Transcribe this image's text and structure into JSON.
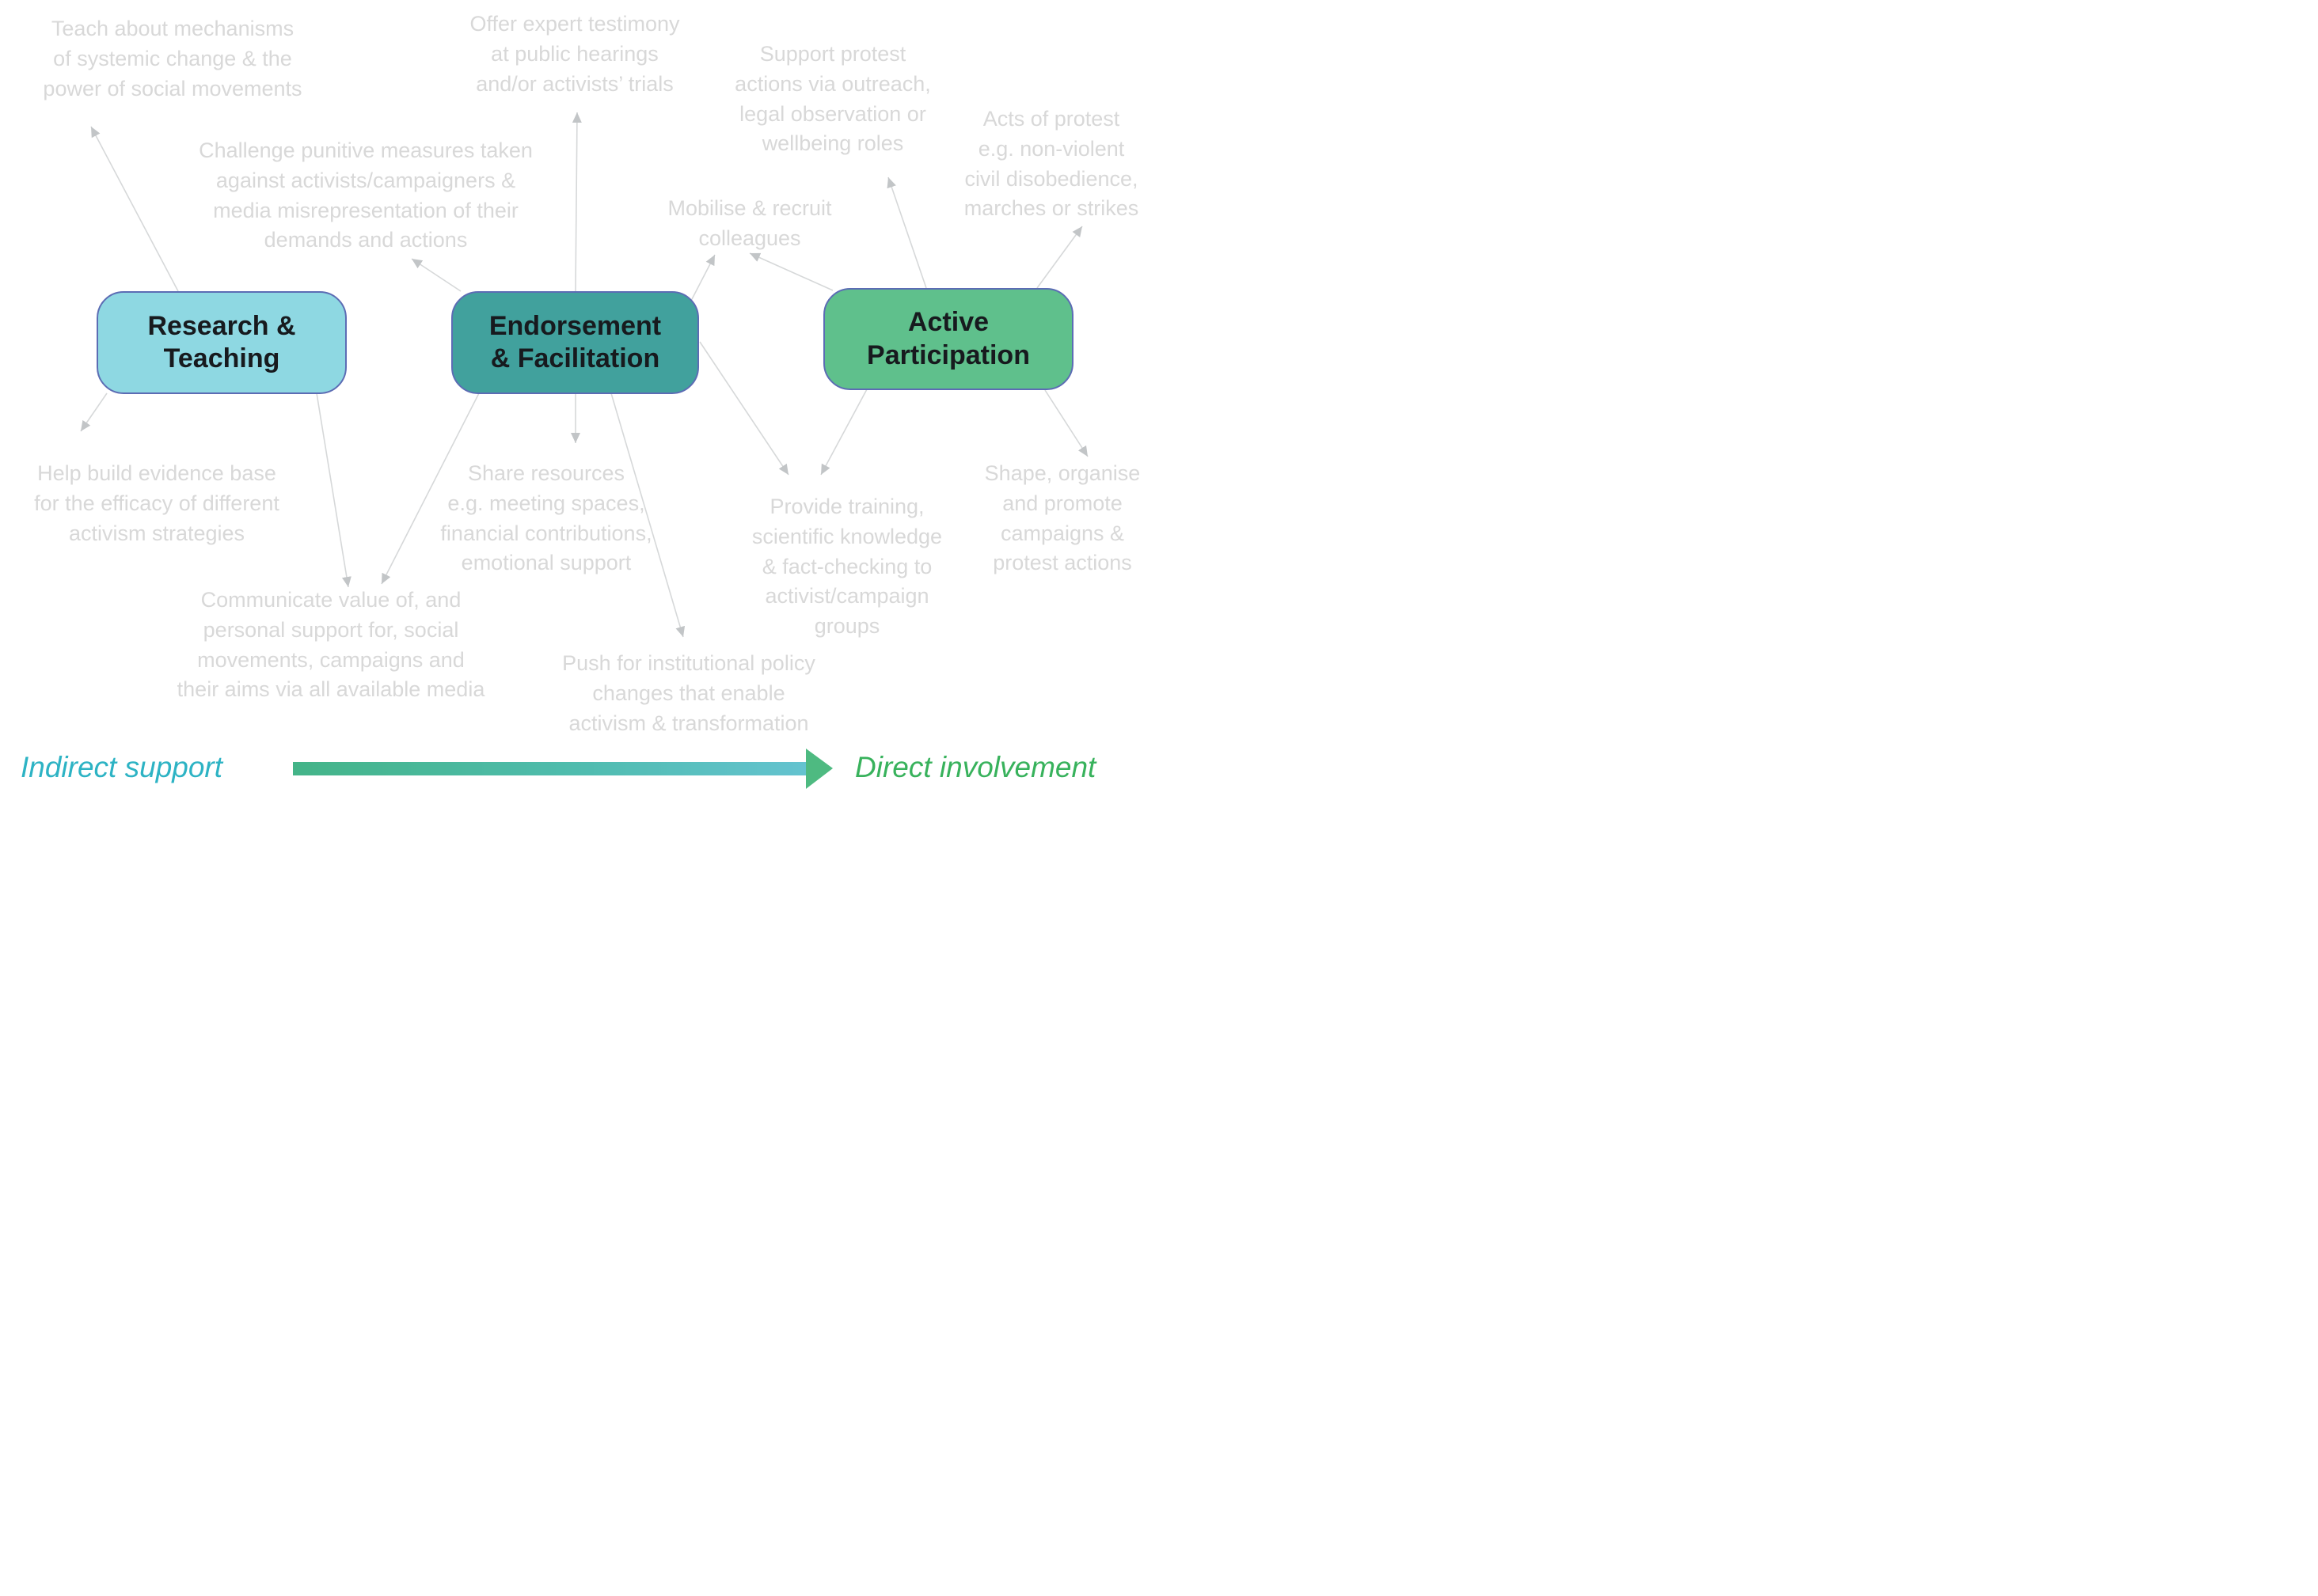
{
  "diagram": {
    "boxes": [
      {
        "id": "research-teaching",
        "lines": [
          "Research &",
          "Teaching"
        ],
        "fill": "#8ed8e2"
      },
      {
        "id": "endorsement-facilitation",
        "lines": [
          "Endorsement",
          "& Facilitation"
        ],
        "fill": "#41a19d"
      },
      {
        "id": "active-participation",
        "lines": [
          "Active",
          "Participation"
        ],
        "fill": "#5fc08c"
      }
    ],
    "notes": [
      {
        "id": "teach",
        "lines": [
          "Teach about mechanisms",
          "of systemic change & the",
          "power of social movements"
        ]
      },
      {
        "id": "offer",
        "lines": [
          "Offer expert testimony",
          "at public hearings",
          "and/or activists’ trials"
        ]
      },
      {
        "id": "support",
        "lines": [
          "Support protest",
          "actions via outreach,",
          "legal observation or",
          "wellbeing roles"
        ]
      },
      {
        "id": "acts",
        "lines": [
          "Acts of protest",
          "e.g. non-violent",
          "civil disobedience,",
          "marches or strikes"
        ]
      },
      {
        "id": "challenge",
        "lines": [
          "Challenge punitive measures taken",
          "against activists/campaigners &",
          "media misrepresentation of their",
          "demands and actions"
        ]
      },
      {
        "id": "mobilise",
        "lines": [
          "Mobilise & recruit",
          "colleagues"
        ]
      },
      {
        "id": "help",
        "lines": [
          "Help build evidence base",
          "for the efficacy of different",
          "activism strategies"
        ]
      },
      {
        "id": "share",
        "lines": [
          "Share resources",
          "e.g. meeting spaces,",
          "financial contributions,",
          "emotional support"
        ]
      },
      {
        "id": "provide",
        "lines": [
          "Provide training,",
          "scientific knowledge",
          "& fact-checking to",
          "activist/campaign",
          "groups"
        ]
      },
      {
        "id": "shape",
        "lines": [
          "Shape, organise",
          "and promote",
          "campaigns &",
          "protest actions"
        ]
      },
      {
        "id": "communicate",
        "lines": [
          "Communicate value of, and",
          "personal support for, social",
          "movements, campaigns and",
          "their aims via all available media"
        ]
      },
      {
        "id": "push",
        "lines": [
          "Push for institutional policy",
          "changes that enable",
          "activism & transformation"
        ]
      }
    ],
    "axis": {
      "indirect_label": "Indirect support",
      "direct_label": "Direct involvement"
    },
    "colors": {
      "box_border": "#5c6cb4",
      "box_text": "#171a1e",
      "note_text": "#d8d8d8",
      "arrow_line": "#d6d8d9",
      "arrow_head": "#c2c5c7",
      "indirect_text": "#2db3c4",
      "direct_text": "#38b25c",
      "spectrum_gradient_start": "#44b488",
      "spectrum_gradient_end": "#64c3d0",
      "spectrum_arrowhead": "#4eba81"
    }
  }
}
